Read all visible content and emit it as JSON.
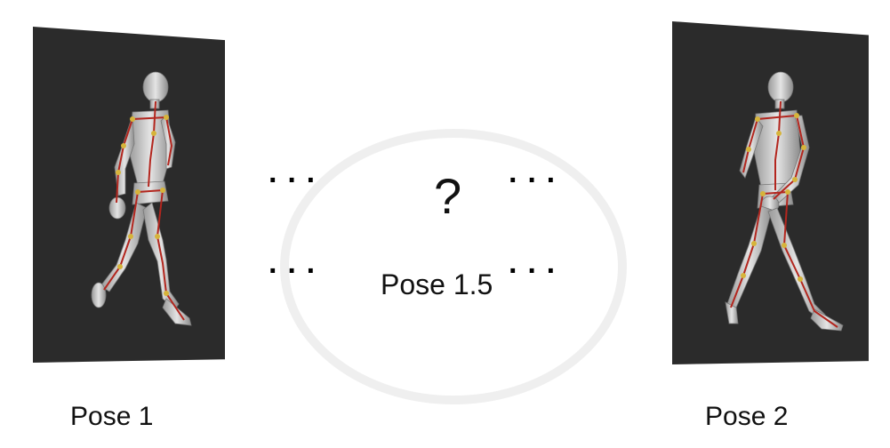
{
  "labels": {
    "pose_left": "Pose 1",
    "pose_right": "Pose 2",
    "pose_mid": "Pose 1.5",
    "unknown": "?",
    "ellipsis": "···"
  },
  "colors": {
    "panel_bg": "#2b2b2b",
    "body": "#c8c8c8",
    "skeleton": "#b3261e",
    "text": "#111111"
  },
  "icons": {
    "figure": "walking-figure-icon",
    "skeleton": "skeleton-overlay"
  }
}
